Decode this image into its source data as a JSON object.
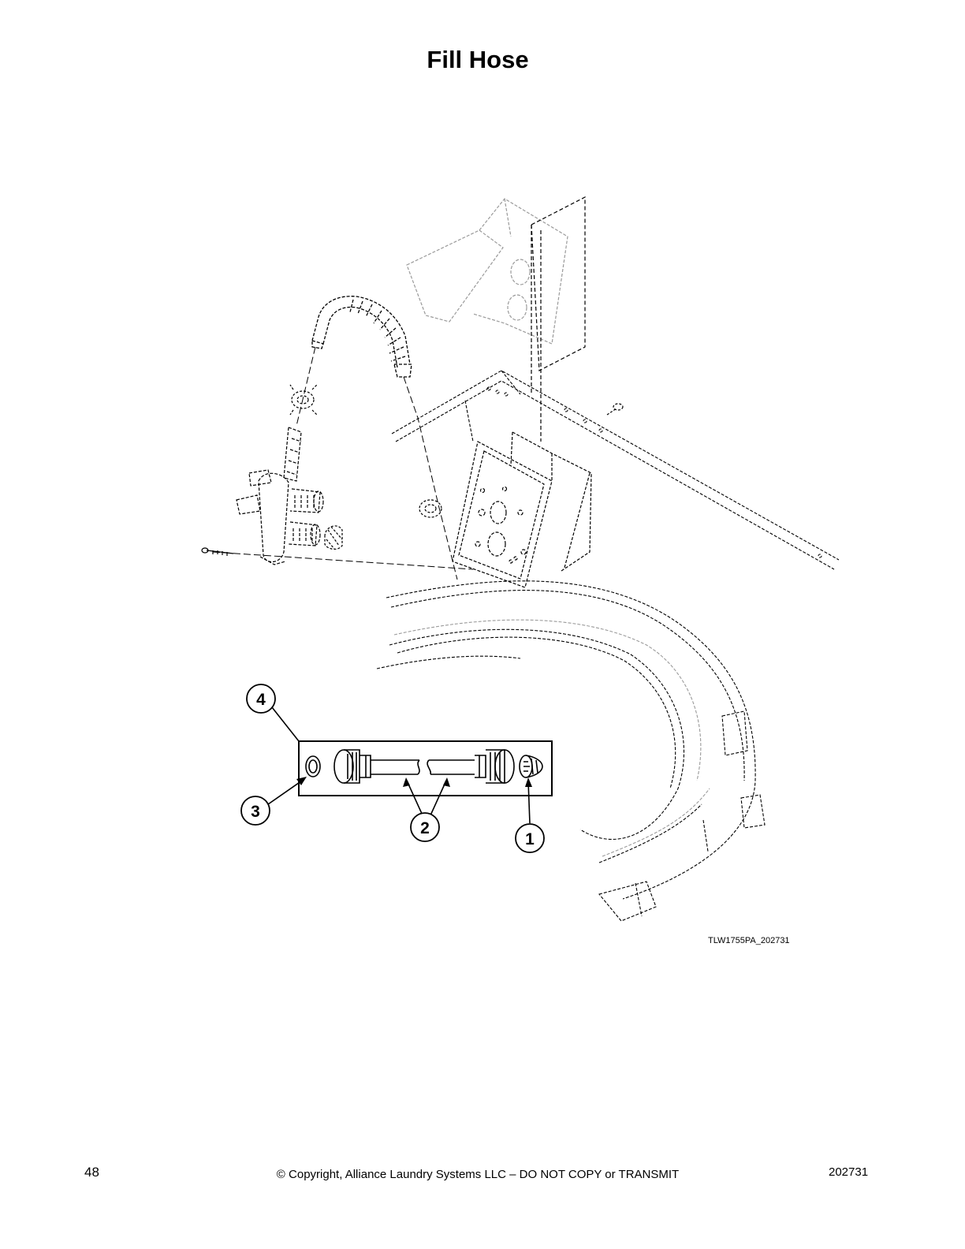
{
  "page": {
    "title": "Fill Hose",
    "drawing_id": "TLW1755PA_202731",
    "page_number": "48",
    "copyright": "© Copyright, Alliance Laundry Systems LLC – DO NOT COPY or TRANSMIT",
    "doc_number": "202731"
  },
  "callouts": [
    {
      "label": "1"
    },
    {
      "label": "2"
    },
    {
      "label": "3"
    },
    {
      "label": "4"
    }
  ]
}
